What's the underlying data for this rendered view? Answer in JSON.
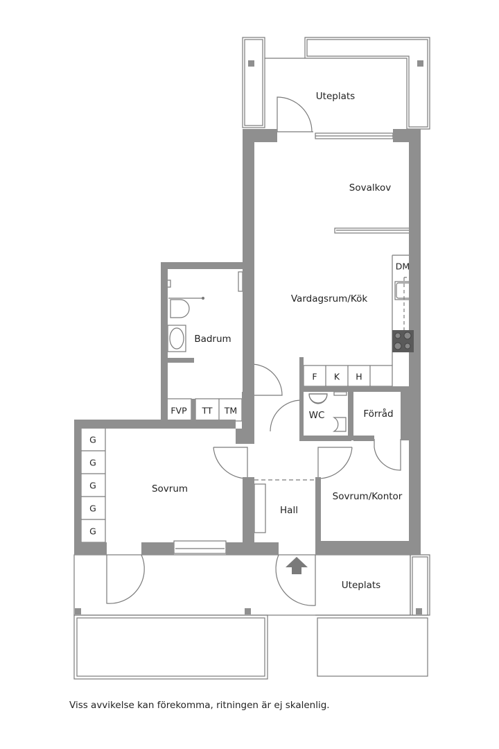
{
  "floorplan": {
    "wall_color": "#8f8f8f",
    "line_color": "#7a7a7a",
    "rooms": {
      "uteplats_top": "Uteplats",
      "sovalkov": "Sovalkov",
      "vardagsrum_kok": "Vardagsrum/Kök",
      "badrum": "Badrum",
      "wc": "WC",
      "forrad": "Förråd",
      "sovrum": "Sovrum",
      "hall": "Hall",
      "sovrum_kontor": "Sovrum/Kontor",
      "uteplats_bottom": "Uteplats"
    },
    "fixtures": {
      "dm": "DM",
      "f": "F",
      "k": "K",
      "h": "H",
      "fvp": "FVP",
      "tt": "TT",
      "tm": "TM",
      "wardrobes": [
        "G",
        "G",
        "G",
        "G",
        "G"
      ]
    },
    "entrance_icon": "entrance-arrow-icon"
  },
  "disclaimer": "Viss avvikelse kan förekomma, ritningen är ej skalenlig."
}
